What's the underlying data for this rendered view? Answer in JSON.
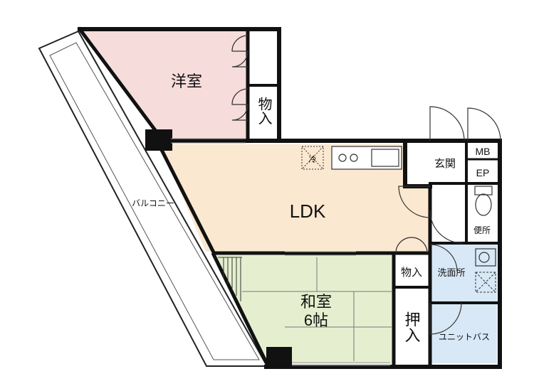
{
  "floor_plan": {
    "rooms": {
      "western_room": "洋室",
      "closet_top": "物入",
      "ldk": "LDK",
      "japanese_room": "和室",
      "japanese_room_size": "6帖",
      "closet_middle": "物入",
      "oshiire": "押入",
      "entrance": "玄関",
      "meter_box": "MB",
      "ep": "EP",
      "toilet": "便所",
      "washroom": "洗面所",
      "unit_bath": "ユニットバス",
      "balcony": "バルコニー"
    },
    "fixtures": {
      "range_hood_mark": "冷"
    },
    "colors": {
      "western_room": "#f6dcda",
      "ldk": "#fbe8d0",
      "japanese_room": "#e5efcf",
      "wet_area": "#d8e8f6",
      "wall": "#111111",
      "window_stroke": "#999999"
    }
  }
}
